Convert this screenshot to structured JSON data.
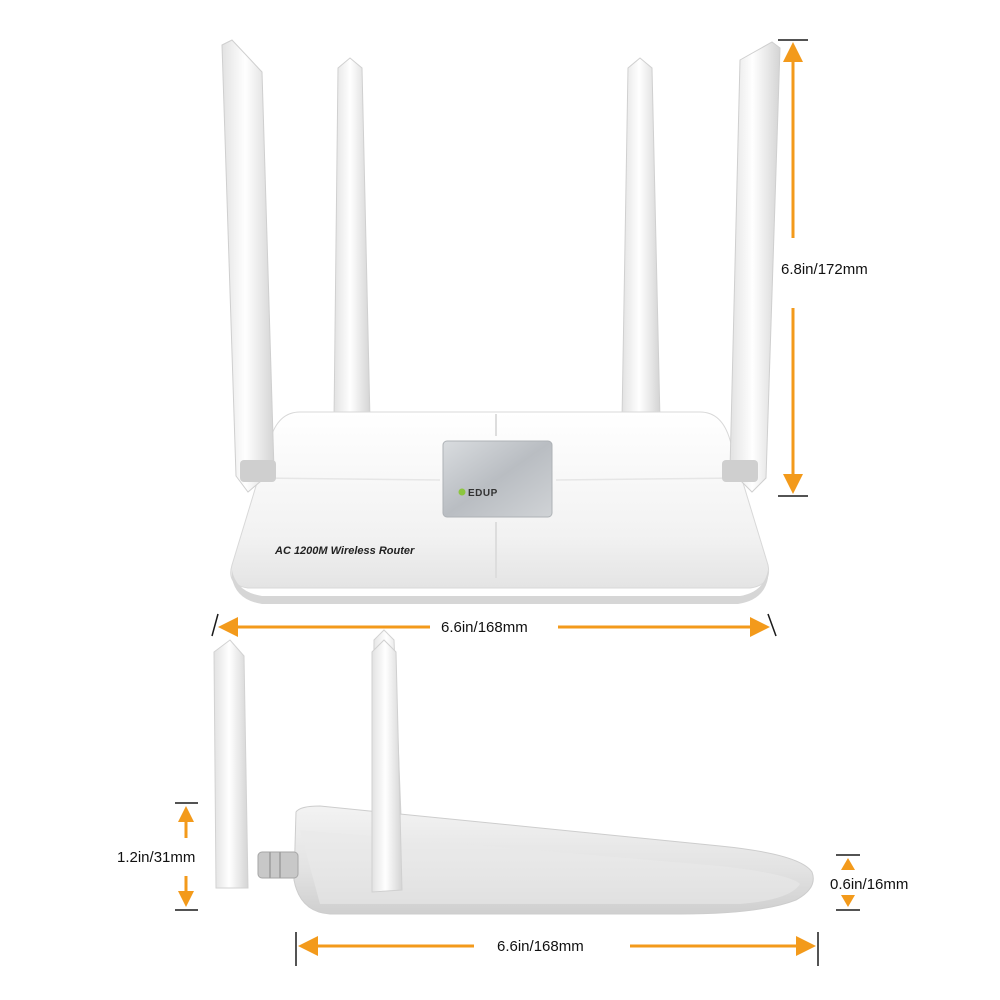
{
  "product": {
    "model_label": "AC 1200M Wireless Router",
    "brand": "EDUP"
  },
  "dimensions": {
    "height": "6.8in/172mm",
    "width_front": "6.6in/168mm",
    "side_height": "1.2in/31mm",
    "side_thickness": "0.6in/16mm",
    "width_side": "6.6in/168mm"
  },
  "colors": {
    "dimension_arrow": "#f39a1b",
    "device_body": "#f4f4f4",
    "brand_panel": "#bfc3c8",
    "brand_accent": "#8cc63f"
  }
}
